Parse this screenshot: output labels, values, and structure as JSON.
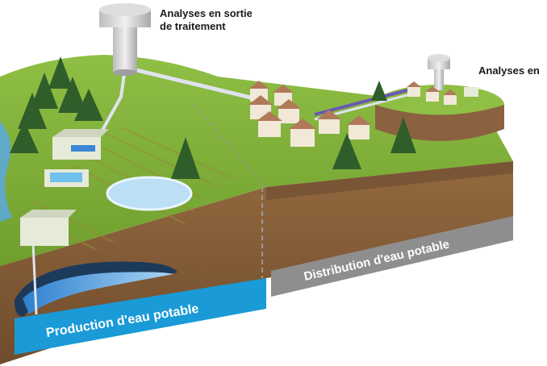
{
  "labels": {
    "analyses_sortie_line1": "Analyses en sortie",
    "analyses_sortie_line2": "de traitement",
    "analyses_distribution": "Analyses en"
  },
  "banners": {
    "production": "Production d'eau potable",
    "distribution": "Distribution d'eau potable"
  },
  "colors": {
    "production_banner": "#1a9ad6",
    "distribution_banner": "#8e8e8e",
    "grass": "#7fb03a",
    "soil": "#8a6240",
    "water": "#5aa8e0",
    "pipe_treated": "#6b57b5"
  }
}
